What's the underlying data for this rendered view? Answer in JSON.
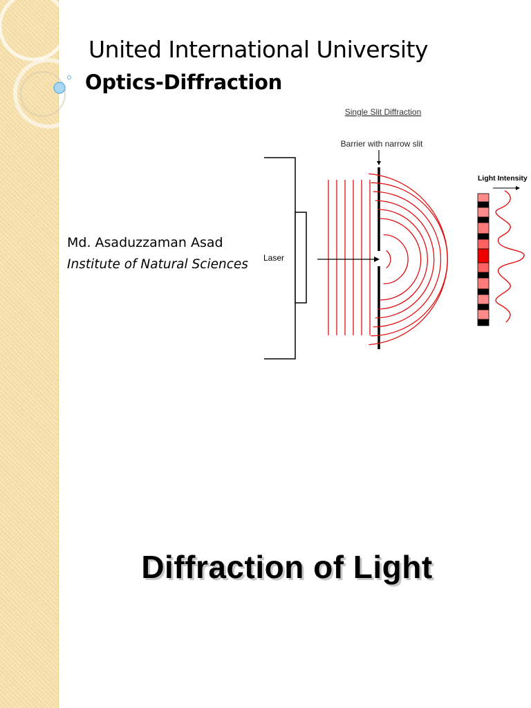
{
  "header": {
    "university": "United International University",
    "subject": "Optics-Diffraction"
  },
  "author": {
    "name": "Md.  Asaduzzaman Asad",
    "institute": "Institute of Natural Sciences"
  },
  "figure": {
    "title": "Single Slit Diffraction",
    "barrier_label": "Barrier with narrow slit",
    "source_label": "Laser",
    "intensity_label": "Light Intensity",
    "colors": {
      "wave": "#e01010",
      "bright_fringe": "#ff7a7a",
      "peak": "#ee0000",
      "dark_fringe": "#000000"
    }
  },
  "deck_title": "Diffraction of Light",
  "sidebar": {
    "color": "#f6dfa8"
  }
}
